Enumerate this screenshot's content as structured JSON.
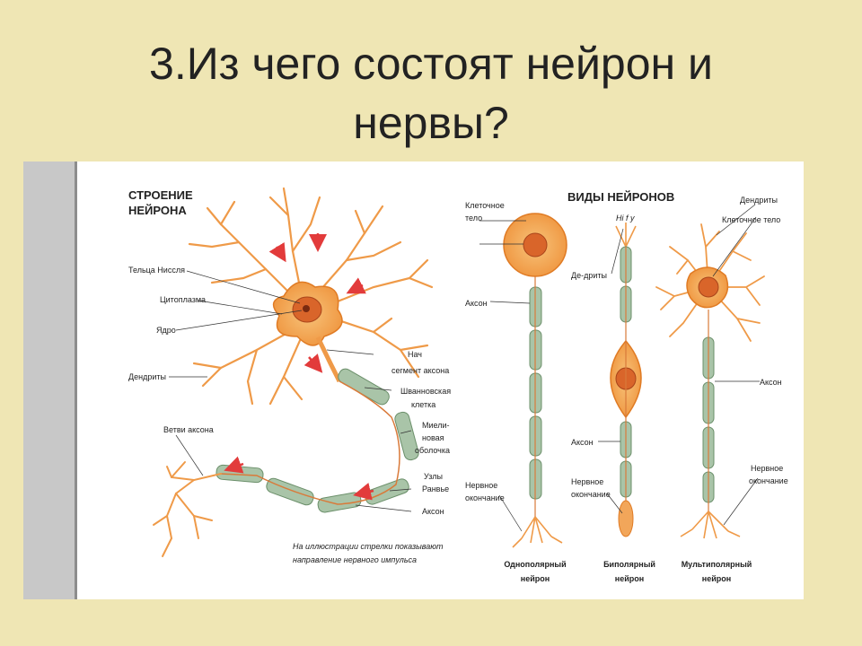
{
  "slide": {
    "title_line1": "3.Из чего состоят нейрон и",
    "title_line2": "нервы?"
  },
  "structure": {
    "heading_line1": "СТРОЕНИЕ",
    "heading_line2": "НЕЙРОНА",
    "labels": {
      "nissl": "Тельца Ниссля",
      "cytoplasm": "Цитоплазма",
      "nucleus": "Ядро",
      "dendrites": "Дендриты",
      "initial_segment_1": "Нач",
      "initial_segment_2": "сегмент аксона",
      "schwann_1": "Шванновская",
      "schwann_2": "клетка",
      "myelin_1": "Миели-",
      "myelin_2": "новая",
      "myelin_3": "оболочка",
      "nodes_1": "Узлы",
      "nodes_2": "Ранвье",
      "axon": "Аксон",
      "axon_branches": "Ветви аксона",
      "note_1": "На иллюстрации стрелки показывают",
      "note_2": "направление нервного импульса"
    }
  },
  "types": {
    "heading": "ВИДЫ НЕЙРОНОВ",
    "labels": {
      "cell_body_1": "Клеточное",
      "cell_body_2": "тело",
      "axon_left": "Аксон",
      "nerve_end_left_1": "Нервное",
      "nerve_end_left_2": "окончание",
      "hi_fi": "Hi f y",
      "dendrites_mid": "Де-дриты",
      "axon_mid": "Аксон",
      "nerve_end_mid_1": "Нервное",
      "nerve_end_mid_2": "окончание",
      "dendrites_right": "Дендриты",
      "cell_body_right": "Клеточное тело",
      "axon_right": "Аксон",
      "nerve_end_right_1": "Нервное",
      "nerve_end_right_2": "окончание"
    },
    "captions": {
      "unipolar_1": "Однополярный",
      "unipolar_2": "нейрон",
      "bipolar_1": "Биполярный",
      "bipolar_2": "нейрон",
      "multipolar_1": "Мультиполярный",
      "multipolar_2": "нейрон"
    }
  },
  "colors": {
    "background": "#efe6b4",
    "neuron": "#f2a65a",
    "neuron_stroke": "#e07b24",
    "nucleus": "#d9652a",
    "myelin": "#a9c4a8",
    "arrow": "#e23b3b"
  }
}
